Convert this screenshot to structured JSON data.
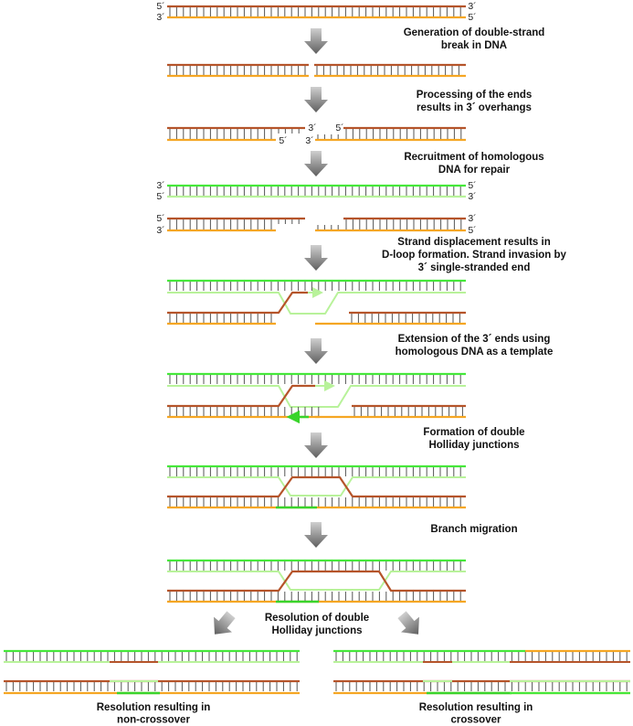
{
  "colors": {
    "top_strand": "#b5542a",
    "bottom_strand": "#f5a623",
    "homolog_strand": "#45e83a",
    "homolog_light": "#b8f29a",
    "new_synthesis": "#39d42b",
    "rungs": "#555555",
    "arrow": "#777777"
  },
  "ends": {
    "five_prime": "5´",
    "three_prime": "3´"
  },
  "steps": [
    {
      "label_lines": [
        "Generation of double-strand",
        "break in DNA"
      ]
    },
    {
      "label_lines": [
        "Processing of the ends",
        "results in 3´ overhangs"
      ]
    },
    {
      "label_lines": [
        "Recruitment of homologous",
        "DNA for repair"
      ]
    },
    {
      "label_lines": [
        "Strand displacement results in",
        "D-loop formation. Strand invasion by",
        "3´ single-stranded end"
      ]
    },
    {
      "label_lines": [
        "Extension of the 3´ ends using",
        "homologous DNA as a template"
      ]
    },
    {
      "label_lines": [
        "Formation of double",
        "Holliday junctions"
      ]
    },
    {
      "label_lines": [
        "Branch migration"
      ]
    },
    {
      "label_lines": [
        "Resolution of double",
        "Holliday junctions"
      ]
    }
  ],
  "outcomes": [
    {
      "label_lines": [
        "Resolution resulting in",
        "non-crossover"
      ]
    },
    {
      "label_lines": [
        "Resolution resulting in",
        "crossover"
      ]
    }
  ]
}
